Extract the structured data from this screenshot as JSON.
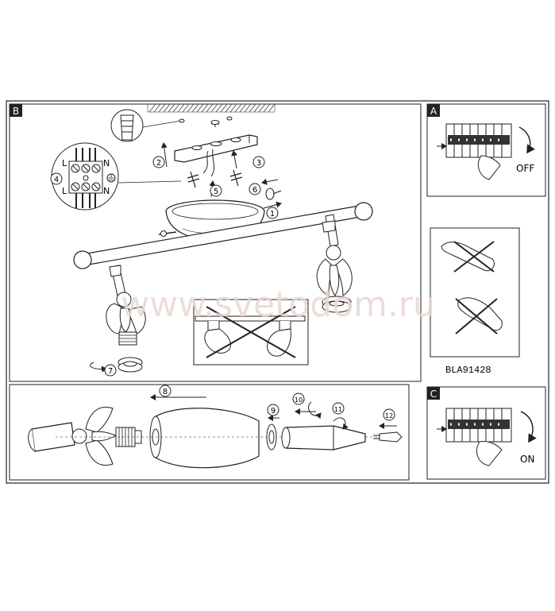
{
  "panels": {
    "main_label": "B",
    "off_label": "A",
    "on_label": "C"
  },
  "switch_states": {
    "off": "OFF",
    "on": "ON"
  },
  "model_code": "BLA91428",
  "watermark": "www.svetodom.ru",
  "terminal_block": {
    "left_top": "L",
    "left_bottom": "L",
    "right_top": "N",
    "right_bottom": "N"
  },
  "steps": [
    "1",
    "2",
    "3",
    "4",
    "5",
    "6",
    "7",
    "8",
    "9",
    "10",
    "11",
    "12"
  ],
  "colors": {
    "line": "#222222",
    "watermark": "#ead8d2",
    "hatch": "#555555"
  }
}
